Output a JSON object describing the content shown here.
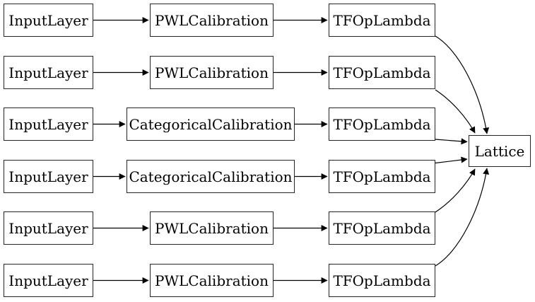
{
  "diagram": {
    "kind": "model-graph",
    "background_color": "#ffffff",
    "node_fill_color": "#ffffff",
    "node_border_color": "#242424",
    "edge_color": "#000000",
    "rows": [
      {
        "input": "InputLayer",
        "calibration": "PWLCalibration",
        "op": "TFOpLambda"
      },
      {
        "input": "InputLayer",
        "calibration": "PWLCalibration",
        "op": "TFOpLambda"
      },
      {
        "input": "InputLayer",
        "calibration": "CategoricalCalibration",
        "op": "TFOpLambda"
      },
      {
        "input": "InputLayer",
        "calibration": "CategoricalCalibration",
        "op": "TFOpLambda"
      },
      {
        "input": "InputLayer",
        "calibration": "PWLCalibration",
        "op": "TFOpLambda"
      },
      {
        "input": "InputLayer",
        "calibration": "PWLCalibration",
        "op": "TFOpLambda"
      }
    ],
    "output_node": "Lattice",
    "edges": [
      {
        "from": "InputLayer-1",
        "to": "PWLCalibration-1"
      },
      {
        "from": "PWLCalibration-1",
        "to": "TFOpLambda-1"
      },
      {
        "from": "TFOpLambda-1",
        "to": "Lattice"
      },
      {
        "from": "InputLayer-2",
        "to": "PWLCalibration-2"
      },
      {
        "from": "PWLCalibration-2",
        "to": "TFOpLambda-2"
      },
      {
        "from": "TFOpLambda-2",
        "to": "Lattice"
      },
      {
        "from": "InputLayer-3",
        "to": "CategoricalCalibration-3"
      },
      {
        "from": "CategoricalCalibration-3",
        "to": "TFOpLambda-3"
      },
      {
        "from": "TFOpLambda-3",
        "to": "Lattice"
      },
      {
        "from": "InputLayer-4",
        "to": "CategoricalCalibration-4"
      },
      {
        "from": "CategoricalCalibration-4",
        "to": "TFOpLambda-4"
      },
      {
        "from": "TFOpLambda-4",
        "to": "Lattice"
      },
      {
        "from": "InputLayer-5",
        "to": "PWLCalibration-5"
      },
      {
        "from": "PWLCalibration-5",
        "to": "TFOpLambda-5"
      },
      {
        "from": "TFOpLambda-5",
        "to": "Lattice"
      },
      {
        "from": "InputLayer-6",
        "to": "PWLCalibration-6"
      },
      {
        "from": "PWLCalibration-6",
        "to": "TFOpLambda-6"
      },
      {
        "from": "TFOpLambda-6",
        "to": "Lattice"
      }
    ]
  }
}
